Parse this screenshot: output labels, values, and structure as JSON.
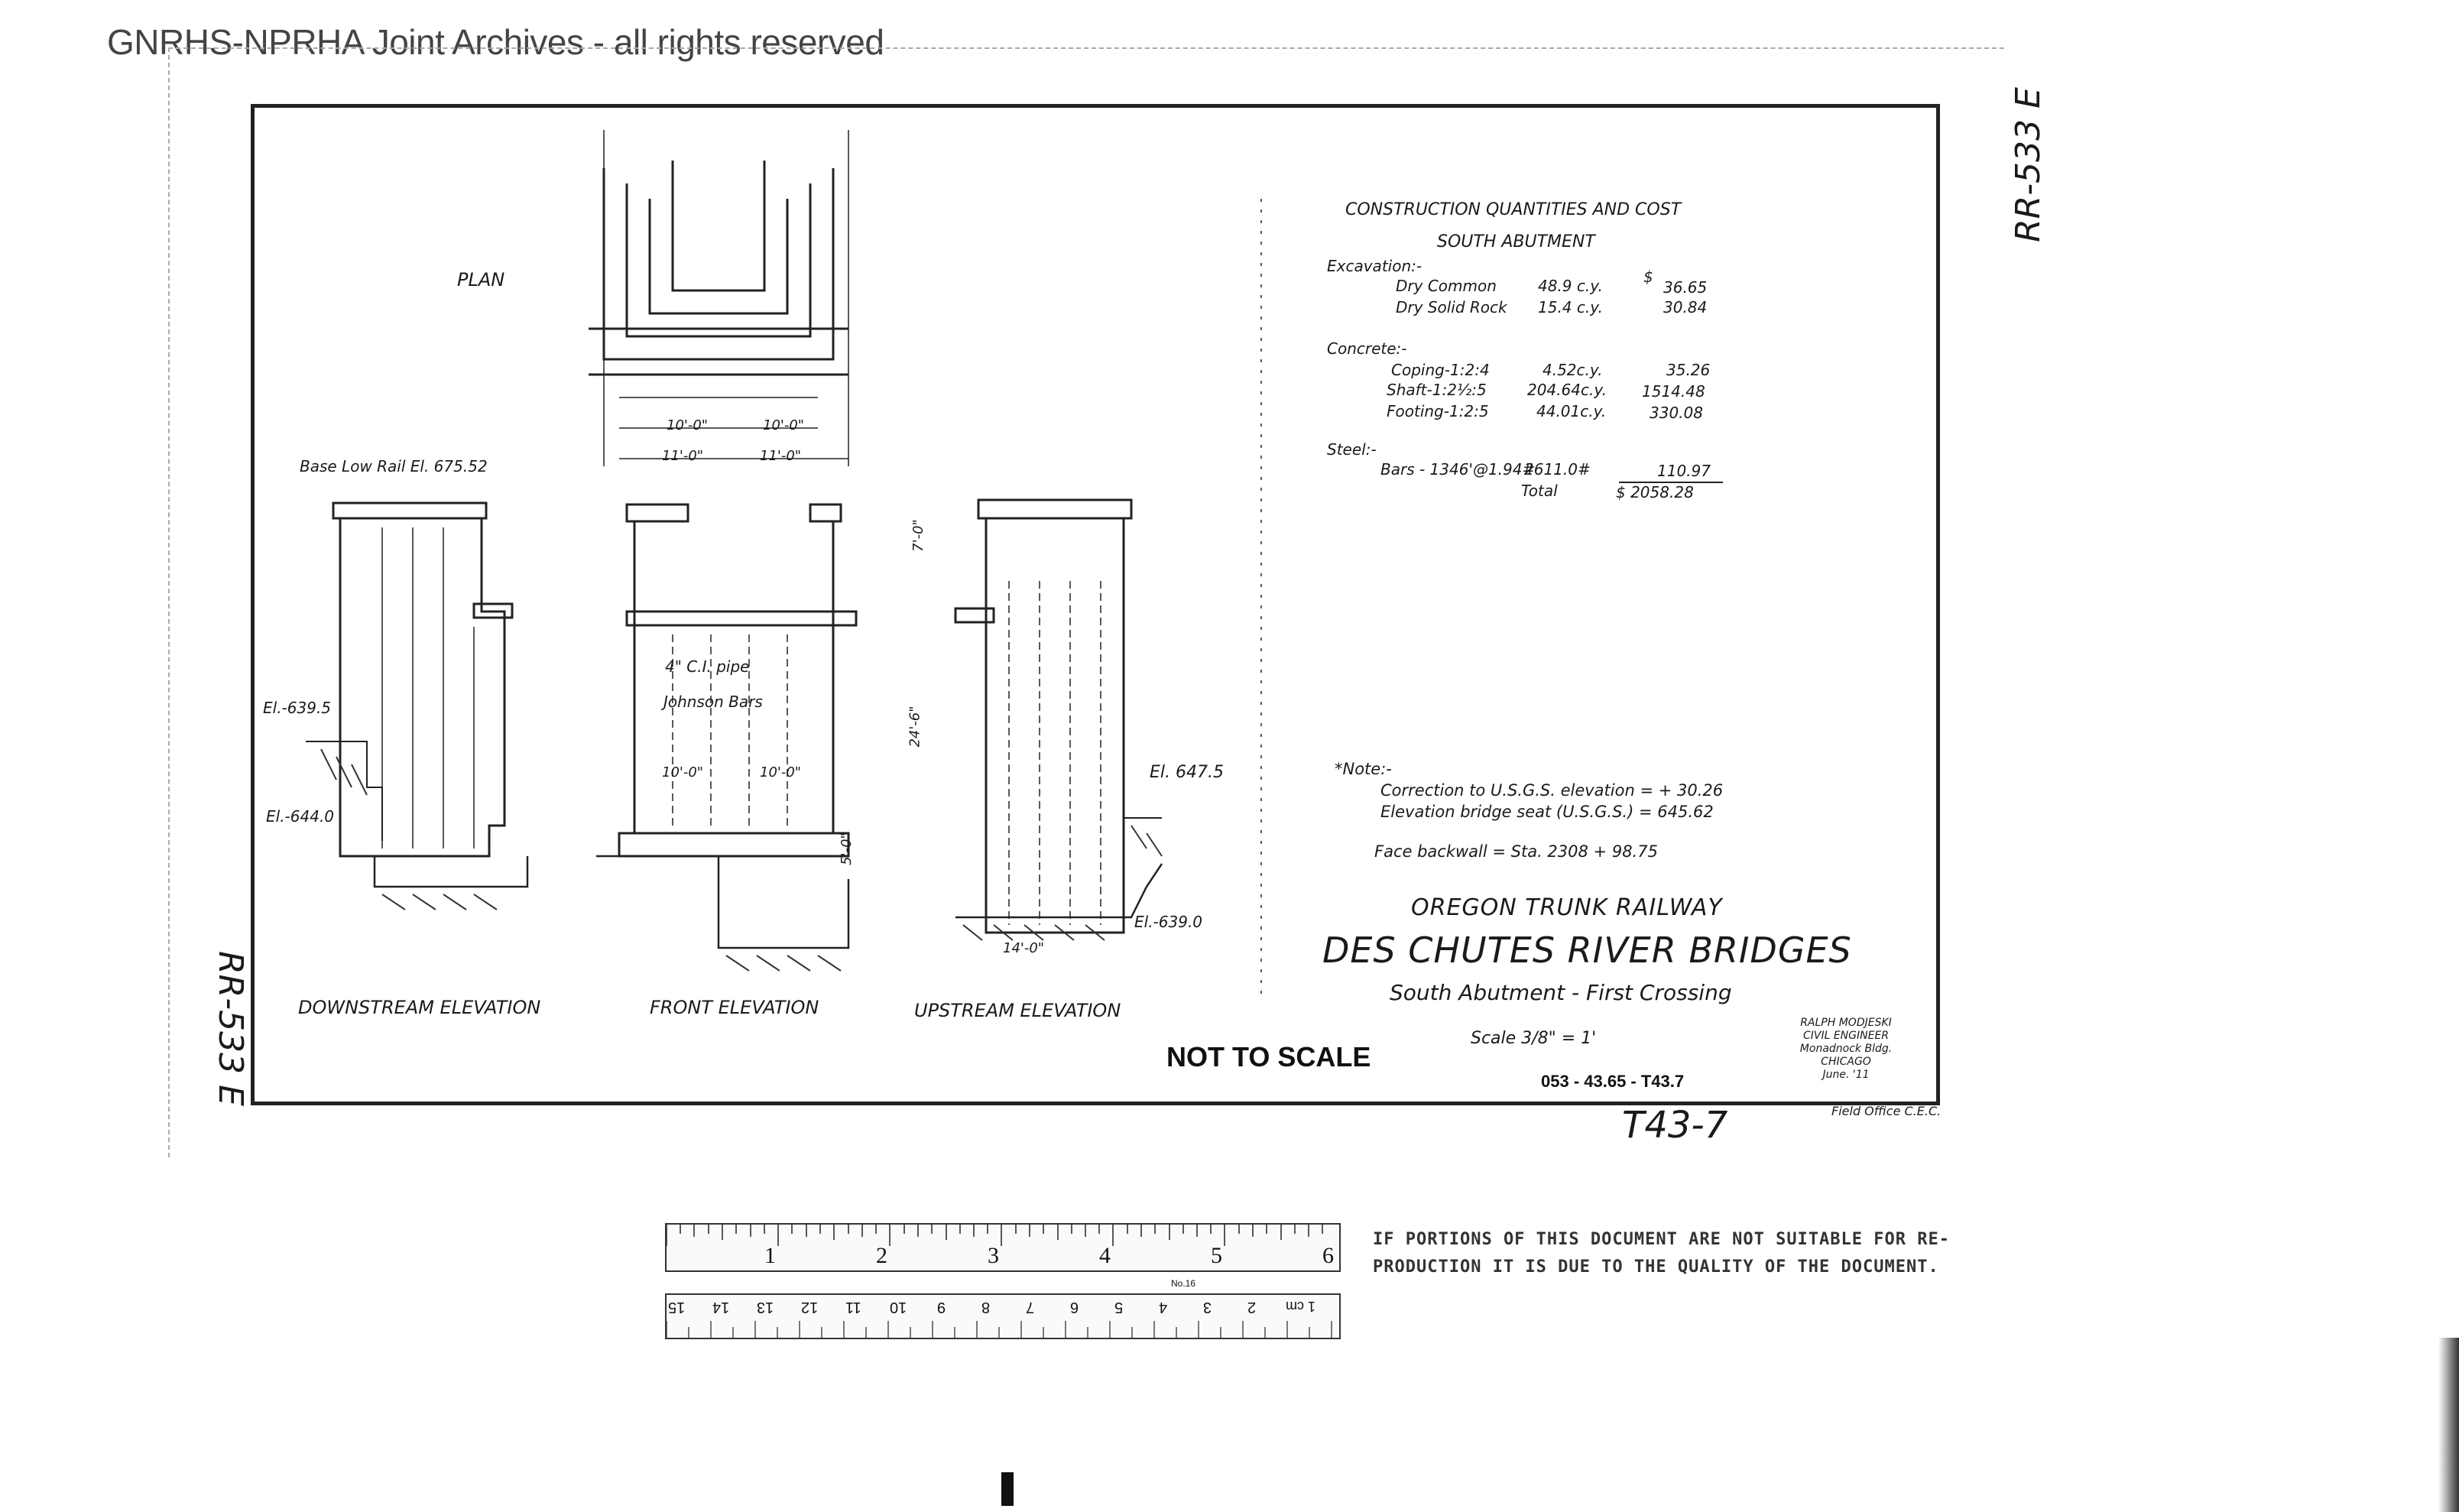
{
  "archive_header": "GNRHS-NPRHA Joint Archives - all rights reserved",
  "construction": {
    "title": "CONSTRUCTION QUANTITIES AND COST",
    "subtitle": "SOUTH ABUTMENT",
    "excavation_label": "Excavation:-",
    "excavation": [
      {
        "item": "Dry Common",
        "qty": "48.9 c.y.",
        "cost": "36.65"
      },
      {
        "item": "Dry Solid Rock",
        "qty": "15.4 c.y.",
        "cost": "30.84"
      }
    ],
    "concrete_label": "Concrete:-",
    "concrete": [
      {
        "item": "Coping-1:2:4",
        "qty": "4.52c.y.",
        "cost": "35.26"
      },
      {
        "item": "Shaft-1:2½:5",
        "qty": "204.64c.y.",
        "cost": "1514.48"
      },
      {
        "item": "Footing-1:2:5",
        "qty": "44.01c.y.",
        "cost": "330.08"
      }
    ],
    "steel_label": "Steel:-",
    "steel": {
      "item": "Bars - 1346'@1.94#",
      "qty": "2611.0#",
      "cost": "110.97"
    },
    "dollar_sign": "$",
    "total_label": "Total",
    "total": "$ 2058.28"
  },
  "notes": {
    "label": "*Note:-",
    "lines": [
      "Correction to U.S.G.S. elevation = + 30.26",
      "Elevation bridge seat (U.S.G.S.) = 645.62",
      "Face backwall = Sta. 2308 + 98.75"
    ]
  },
  "title_block": {
    "railway": "OREGON TRUNK RAILWAY",
    "bridge": "DES CHUTES RIVER BRIDGES",
    "subtitle": "South Abutment - First Crossing",
    "scale": "Scale 3/8\" = 1'",
    "not_to_scale": "NOT TO SCALE",
    "doc_number": "053 - 43.65 - T43.7",
    "engineer_lines": [
      "RALPH MODJESKI",
      "CIVIL ENGINEER",
      "Monadnock Bldg.",
      "CHICAGO",
      "June. '11"
    ],
    "field_office": "Field Office C.E.C.",
    "sheet_id": "T43-7"
  },
  "side_codes": [
    "RR-533 E",
    "RR-533 E"
  ],
  "views": {
    "plan": "PLAN",
    "downstream": "DOWNSTREAM ELEVATION",
    "front": "FRONT ELEVATION",
    "upstream": "UPSTREAM ELEVATION"
  },
  "drawing_labels": {
    "base_low_rail": "Base Low Rail El. 675.52",
    "el_6393": "El.-639.5",
    "el_6440": "El.-644.0",
    "el_6475": "El. 647.5",
    "el_6390": "El.-639.0",
    "pipe": "4\" C.I. pipe",
    "johnson": "Johnson Bars",
    "dim_10_0": "10'-0\"",
    "dim_11_0": "11'-0\"",
    "dim_7_0": "7'-0\"",
    "dim_24_6": "24'-6\"",
    "dim_14_0": "14'-0\"",
    "dim_5_0": "5'-0\""
  },
  "legal_note": [
    "IF PORTIONS OF THIS DOCUMENT ARE NOT SUITABLE FOR RE-",
    "PRODUCTION IT IS DUE TO THE QUALITY OF THE DOCUMENT."
  ],
  "ruler_inches": [
    "1",
    "2",
    "3",
    "4",
    "5",
    "6"
  ],
  "ruler_cm": [
    "15",
    "14",
    "13",
    "12",
    "11",
    "10",
    "9",
    "8",
    "7",
    "6",
    "5",
    "4",
    "3",
    "2",
    "1 cm"
  ],
  "ruler_brand": "No.16"
}
